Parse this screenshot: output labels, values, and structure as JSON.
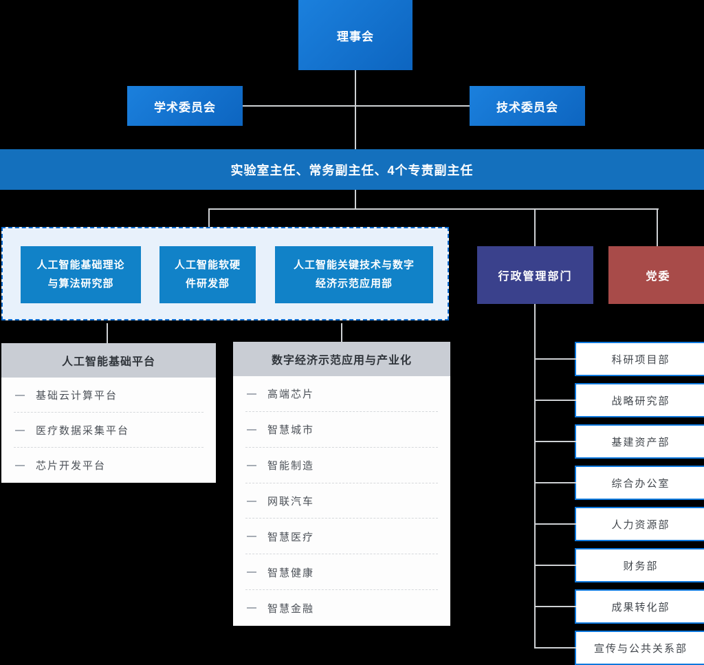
{
  "org": {
    "board": {
      "label": "理事会"
    },
    "committees": [
      {
        "label": "学术委员会"
      },
      {
        "label": "技术委员会"
      }
    ],
    "directors_bar": {
      "label": "实验室主任、常务副主任、4个专责副主任"
    },
    "research_departments": [
      {
        "line1": "人工智能基础理论",
        "line2": "与算法研究部"
      },
      {
        "line1": "人工智能软硬",
        "line2": "件研发部"
      },
      {
        "line1": "人工智能关键技术与数字",
        "line2": "经济示范应用部"
      }
    ],
    "admin": {
      "label": "行政管理部门"
    },
    "party": {
      "label": "党委"
    },
    "platforms_panel": {
      "title": "人工智能基础平台",
      "items": [
        "基础云计算平台",
        "医疗数据采集平台",
        "芯片开发平台"
      ]
    },
    "applications_panel": {
      "title": "数字经济示范应用与产业化",
      "items": [
        "高端芯片",
        "智慧城市",
        "智能制造",
        "网联汽车",
        "智慧医疗",
        "智慧健康",
        "智慧金融"
      ]
    },
    "admin_departments": [
      "科研项目部",
      "战略研究部",
      "基建资产部",
      "综合办公室",
      "人力资源部",
      "财务部",
      "成果转化部",
      "宣传与公共关系部"
    ]
  },
  "colors": {
    "background": "#000000",
    "node_blue": "#1173d4",
    "bar_blue": "#1470bd",
    "research_box_blue": "#1182c8",
    "cluster_fill": "#e8f1fb",
    "cluster_border": "#0c6bd0",
    "admin_navy": "#3a418c",
    "party_red": "#a84b49",
    "dept_border_blue": "#0d78dd",
    "panel_header_gray": "#c9cdd4",
    "connector_gray": "#cfd2d5"
  }
}
